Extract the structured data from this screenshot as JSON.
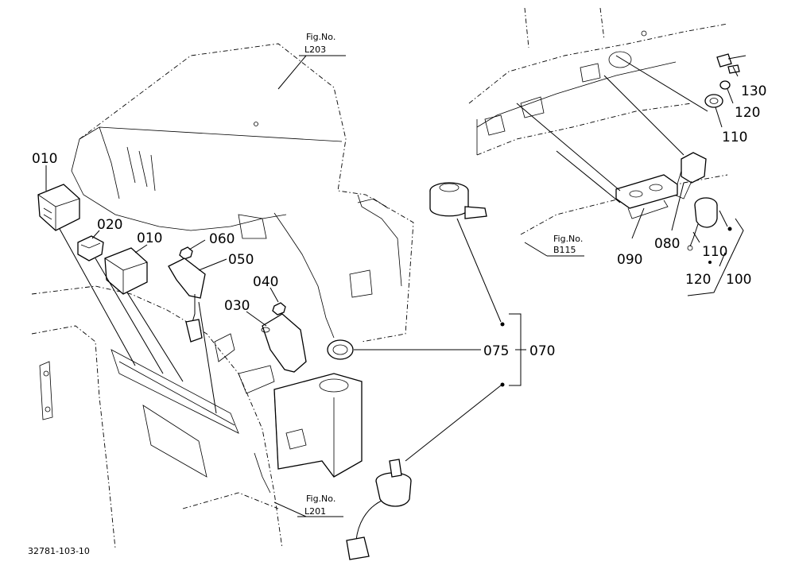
{
  "figure_refs": {
    "top": {
      "label": "Fig.No.",
      "code": "L203"
    },
    "bottom": {
      "label": "Fig.No.",
      "code": "L201"
    },
    "inset": {
      "label": "Fig.No.",
      "code": "B115"
    }
  },
  "callouts": {
    "c010_upper": "010",
    "c020": "020",
    "c010_lower": "010",
    "c060": "060",
    "c050": "050",
    "c040": "040",
    "c030": "030",
    "c075": "075",
    "c070": "070",
    "c130": "130",
    "c120_top": "120",
    "c110_top": "110",
    "c080": "080",
    "c090": "090",
    "c110_bottom": "110",
    "c120_bottom": "120",
    "c100": "100"
  },
  "document_id": "32781-103-10"
}
